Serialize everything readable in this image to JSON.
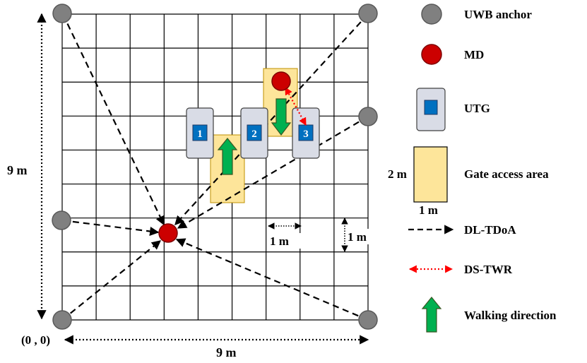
{
  "grid": {
    "cells": 9
  },
  "labels": {
    "height": "9 m",
    "width": "9 m",
    "origin": "(0 , 0)",
    "cell_w": "1 m",
    "cell_h": "1 m"
  },
  "gates": [
    {
      "num": "1"
    },
    {
      "num": "2"
    },
    {
      "num": "3"
    }
  ],
  "legend": {
    "anchor": "UWB anchor",
    "md": "MD",
    "utg": "UTG",
    "gate_area": "Gate access area",
    "gate_h": "2 m",
    "gate_w": "1 m",
    "dl": "DL-TDoA",
    "ds": "DS-TWR",
    "walk": "Walking direction"
  },
  "colors": {
    "anchor": "#808080",
    "md": "#cc0000",
    "utg_box": "#d9dce6",
    "utg_inner": "#0070c0",
    "gate_area": "#fde59a",
    "gate_border": "#bf9000",
    "arrow": "#00b050",
    "ds": "#ff0000"
  }
}
